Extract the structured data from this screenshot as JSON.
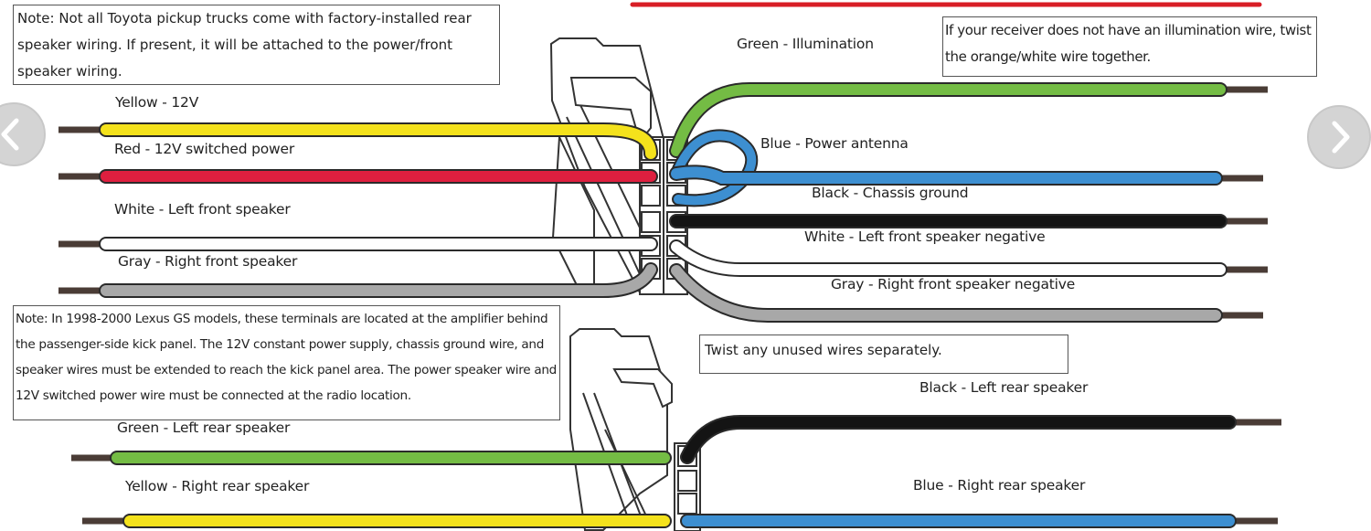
{
  "colors": {
    "yellow": "#f4e21c",
    "red": "#de1f3f",
    "white": "#ffffff",
    "gray": "#a8a8a8",
    "green": "#74bc44",
    "blue": "#3d8fd1",
    "black": "#141414",
    "tip": "#4a3c36",
    "outline": "#2a2a2a",
    "top_bar": "#d81e26"
  },
  "notes": {
    "factory_wiring": "Note: Not all Toyota pickup trucks come with factory-installed rear speaker wiring. If present, it will be attached to the power/front speaker wiring.",
    "illumination": "If your receiver does not have an illumination wire, twist the orange/white wire together.",
    "lexus": "Note: In 1998-2000 Lexus GS models, these terminals are located at the amplifier behind the passenger-side kick panel. The 12V constant power supply, chassis ground wire, and speaker wires must be extended to reach the kick panel area. The power speaker wire and 12V switched power wire must be connected at the radio location.",
    "unused": "Twist any unused wires separately."
  },
  "wires": {
    "left": [
      {
        "color": "yellow",
        "label": "Yellow - 12V"
      },
      {
        "color": "red",
        "label": "Red - 12V switched power"
      },
      {
        "color": "white",
        "label": "White - Left front speaker"
      },
      {
        "color": "gray",
        "label": "Gray - Right front speaker"
      },
      {
        "color": "green",
        "label": "Green - Left rear speaker"
      },
      {
        "color": "yellow",
        "label": "Yellow - Right rear speaker"
      }
    ],
    "right": [
      {
        "color": "green",
        "label": "Green - Illumination"
      },
      {
        "color": "blue",
        "label": "Blue - Power antenna"
      },
      {
        "color": "black",
        "label": "Black - Chassis ground"
      },
      {
        "color": "white",
        "label": "White - Left front speaker negative"
      },
      {
        "color": "gray",
        "label": "Gray - Right front speaker negative"
      },
      {
        "color": "black",
        "label": "Black - Left rear speaker"
      },
      {
        "color": "blue",
        "label": "Blue - Right rear speaker"
      }
    ]
  },
  "navigation": {
    "prev_icon": "chevron-left-icon",
    "next_icon": "chevron-right-icon"
  }
}
